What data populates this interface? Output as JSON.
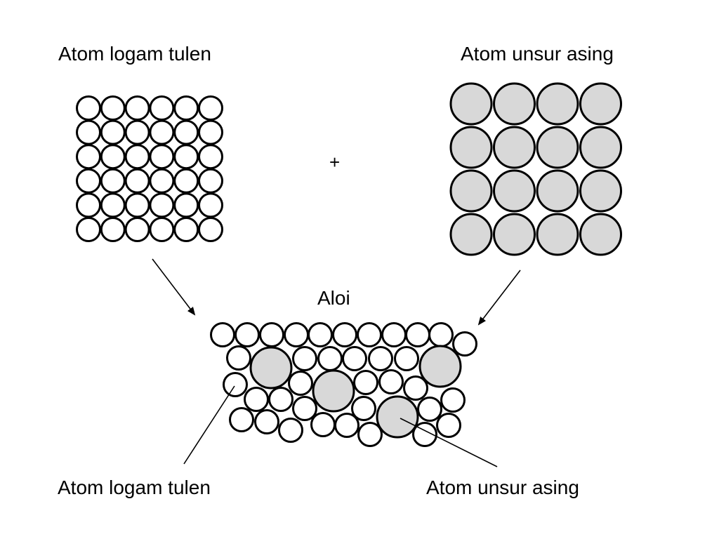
{
  "labels": {
    "pure_metal_title": "Atom logam tulen",
    "foreign_title": "Atom unsur asing",
    "plus": "+",
    "alloy_title": "Aloi",
    "pure_metal_pointer": "Atom logam tulen",
    "foreign_pointer": "Atom unsur asing"
  },
  "colors": {
    "pure_atom_fill": "#ffffff",
    "foreign_atom_fill": "#d8d8d8",
    "outline": "#000000",
    "background": "#ffffff"
  },
  "pure_metal_grid": {
    "rows": 6,
    "cols": 6
  },
  "foreign_grid": {
    "rows": 4,
    "cols": 4
  }
}
